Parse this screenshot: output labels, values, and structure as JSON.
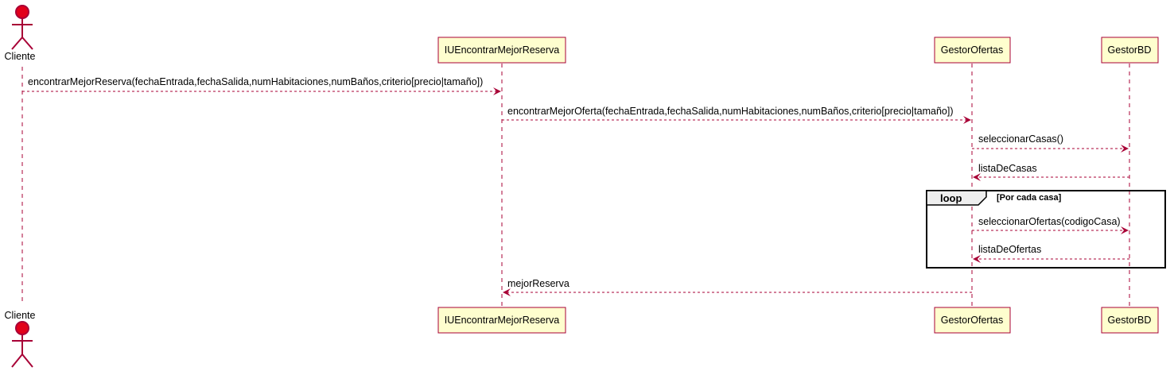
{
  "actor": {
    "name": "Cliente",
    "color": "#e2001a"
  },
  "participants": [
    {
      "id": "iu",
      "name": "IUEncontrarMejorReserva"
    },
    {
      "id": "gestorOfertas",
      "name": "GestorOfertas"
    },
    {
      "id": "gestorBD",
      "name": "GestorBD"
    }
  ],
  "messages": [
    {
      "from": "cliente",
      "to": "iu",
      "label": "encontrarMejorReserva(fechaEntrada,fechaSalida,numHabitaciones,numBaños,criterio[precio|tamaño])"
    },
    {
      "from": "iu",
      "to": "gestorOfertas",
      "label": "encontrarMejorOferta(fechaEntrada,fechaSalida,numHabitaciones,numBaños,criterio[precio|tamaño])"
    },
    {
      "from": "gestorOfertas",
      "to": "gestorBD",
      "label": "seleccionarCasas()"
    },
    {
      "from": "gestorBD",
      "to": "gestorOfertas",
      "label": "listaDeCasas"
    },
    {
      "from": "gestorOfertas",
      "to": "gestorBD",
      "label": "seleccionarOfertas(codigoCasa)"
    },
    {
      "from": "gestorBD",
      "to": "gestorOfertas",
      "label": "listaDeOfertas"
    },
    {
      "from": "gestorOfertas",
      "to": "iu",
      "label": "mejorReserva"
    }
  ],
  "loop": {
    "keyword": "loop",
    "condition": "[Por cada casa]"
  },
  "colors": {
    "participant_fill": "#fefece",
    "participant_border": "#a80036",
    "arrow": "#a80036",
    "lifeline": "#a80036",
    "loop_header": "#eeeeee"
  }
}
